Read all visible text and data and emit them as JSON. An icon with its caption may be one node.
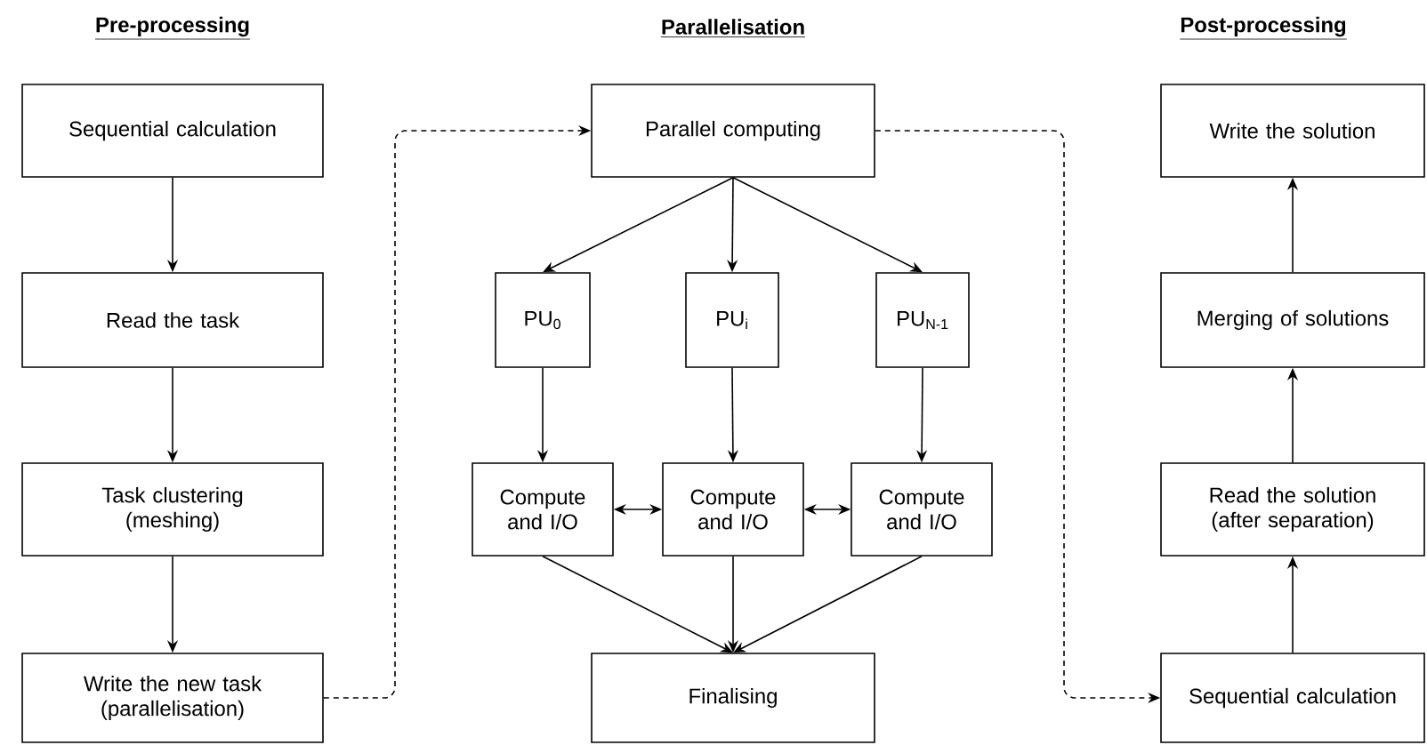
{
  "diagram": {
    "nodes": [
      {
        "text": [
          "Sequential calculation"
        ]
      },
      {
        "text": [
          "Read the task"
        ]
      },
      {
        "text": [
          "Task clustering (meshing)"
        ]
      },
      {
        "text": [
          "Write the new task (parallelisation)"
        ]
      },
      {
        "text": [
          "Parallel computing"
        ]
      },
      {
        "text": [
          "PU$_{0}$"
        ]
      },
      {
        "text": [
          "PU$_{i}$"
        ]
      },
      {
        "text": [
          "PU$_{N-1}$"
        ]
      },
      {
        "text": [
          "Compute and I/O"
        ]
      },
      {
        "text": [
          "Compute and I/O"
        ]
      },
      {
        "text": [
          "Compute and I/O"
        ]
      },
      {
        "text": [
          "Finalising"
        ]
      },
      {
        "text": [
          "Write the solution"
        ]
      },
      {
        "text": [
          "Merging of solutions"
        ]
      },
      {
        "text": [
          "Read the solution (after separation)"
        ]
      },
      {
        "text": [
          "Sequential calculation"
        ]
      }
    ],
    "edges": [
      {
        "from": 0,
        "to": 1,
        "arrow": "to"
      },
      {
        "from": 1,
        "to": 2,
        "arrow": "to"
      },
      {
        "from": 2,
        "to": 3,
        "arrow": "to"
      },
      {
        "from": 3,
        "to": 4,
        "arrow": "to",
        "style": "dashed"
      },
      {
        "from": 4,
        "to": 5,
        "arrow": "to"
      },
      {
        "from": 4,
        "to": 6,
        "arrow": "to"
      },
      {
        "from": 4,
        "to": 7,
        "arrow": "to"
      },
      {
        "from": 5,
        "to": 8,
        "arrow": "to"
      },
      {
        "from": 6,
        "to": 9,
        "arrow": "to"
      },
      {
        "from": 7,
        "to": 10,
        "arrow": "to"
      },
      {
        "from": 8,
        "to": 9,
        "arrow": "both"
      },
      {
        "from": 9,
        "to": 10,
        "arrow": "both"
      },
      {
        "from": 8,
        "to": 11,
        "arrow": "to"
      },
      {
        "from": 9,
        "to": 11,
        "arrow": "to"
      },
      {
        "from": 10,
        "to": 11,
        "arrow": "to"
      },
      {
        "from": 4,
        "to": 15,
        "arrow": "to",
        "style": "dashed"
      },
      {
        "from": 15,
        "to": 14,
        "arrow": "to"
      },
      {
        "from": 14,
        "to": 13,
        "arrow": "to"
      },
      {
        "from": 13,
        "to": 12,
        "arrow": "to"
      }
    ],
    "labels": [
      "Pre-processing",
      "Parallelisation",
      "Post-processing"
    ]
  }
}
